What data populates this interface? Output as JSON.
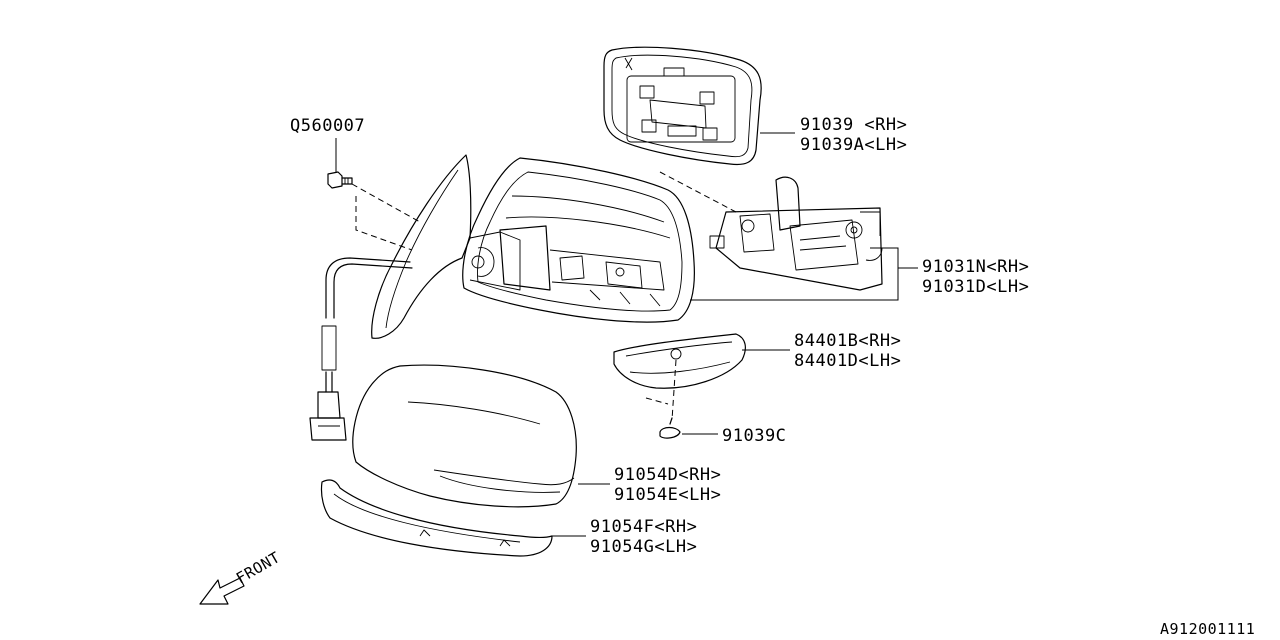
{
  "labels": {
    "bolt": "Q560007",
    "glass_rh": "91039  <RH>",
    "glass_lh": "91039A<LH>",
    "actuator_rh": "91031N<RH>",
    "actuator_lh": "91031D<LH>",
    "turn_lamp_rh": "84401B<RH>",
    "turn_lamp_lh": "84401D<LH>",
    "screw": "91039C",
    "cover_rh": "91054D<RH>",
    "cover_lh": "91054E<LH>",
    "garnish_rh": "91054F<RH>",
    "garnish_lh": "91054G<LH>",
    "front": "FRONT",
    "diagram_id": "A912001111"
  }
}
